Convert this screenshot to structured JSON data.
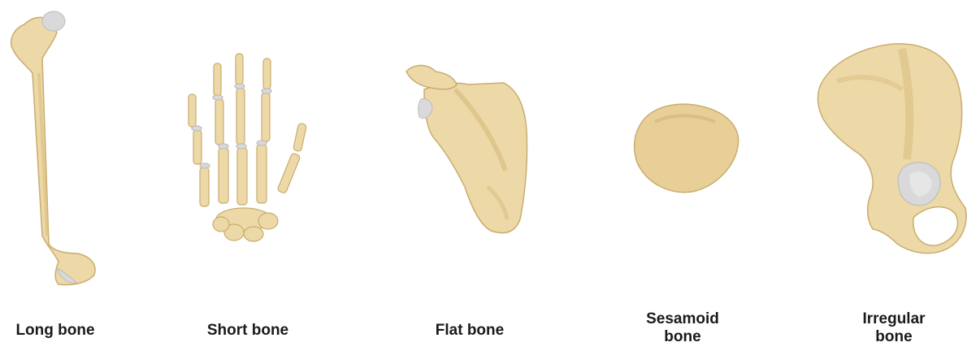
{
  "colors": {
    "bone": "#EDD9A8",
    "bone_shadow": "#D9BE80",
    "bone_outline": "#C9AC6E",
    "cartilage": "#D9D9D9",
    "text": "#1a1a1a"
  },
  "bones": [
    {
      "icon": "femur-icon",
      "label_lines": [
        "Long bone"
      ]
    },
    {
      "icon": "hand-bones-icon",
      "label_lines": [
        "Short bone"
      ]
    },
    {
      "icon": "scapula-icon",
      "label_lines": [
        "Flat bone"
      ]
    },
    {
      "icon": "patella-icon",
      "label_lines": [
        "Sesamoid",
        "bone"
      ]
    },
    {
      "icon": "hip-bone-icon",
      "label_lines": [
        "Irregular",
        "bone"
      ]
    }
  ]
}
